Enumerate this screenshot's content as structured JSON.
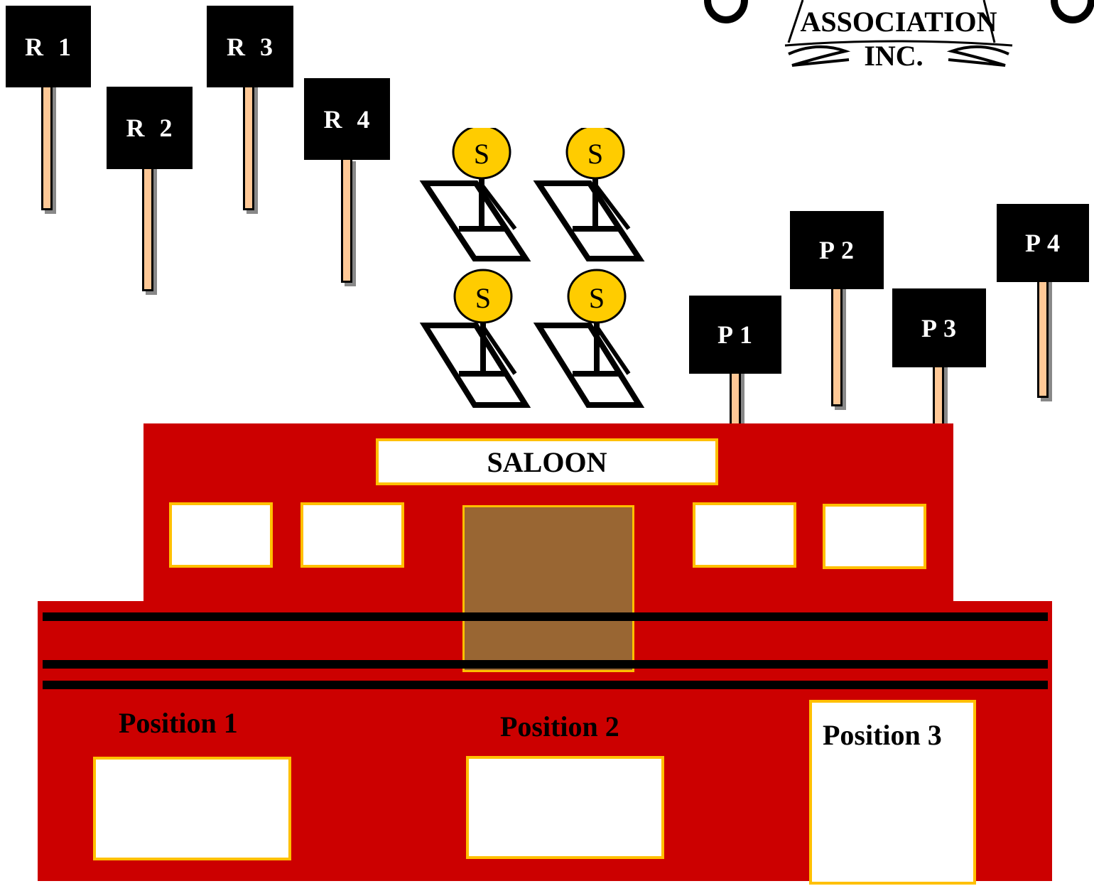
{
  "logo": {
    "line1": "ASSOCIATION",
    "line2": "INC."
  },
  "rifle_targets": [
    "R  1",
    "R  2",
    "R  3",
    "R  4"
  ],
  "pistol_targets": [
    "P 1",
    "P 2",
    "P 3",
    "P 4"
  ],
  "shotgun_target_label": "S",
  "saloon_sign": "SALOON",
  "positions": [
    "Position 1",
    "Position 2",
    "Position 3"
  ],
  "colors": {
    "building": "#cc0000",
    "trim": "#ffc000",
    "door": "#996633",
    "post": "#ffc896",
    "shotgun_plate": "#ffcc00"
  }
}
